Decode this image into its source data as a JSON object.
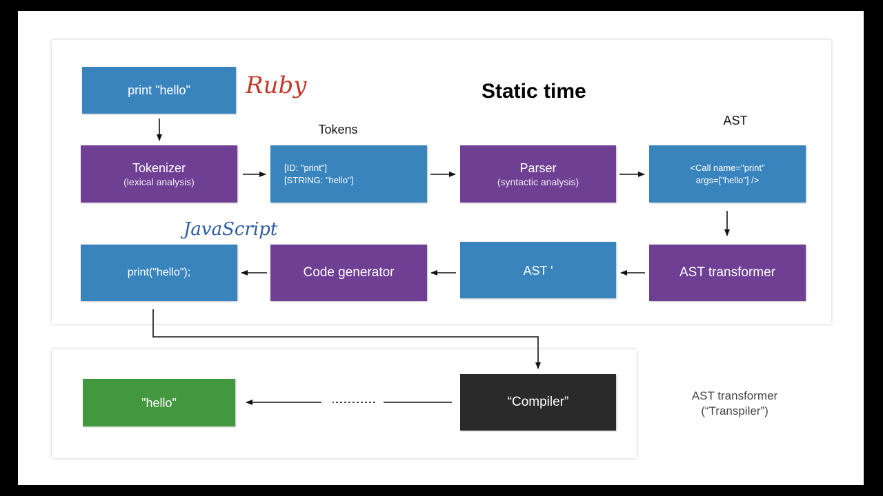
{
  "title": "Static time",
  "annotations": {
    "ruby": "Ruby",
    "javascript": "JavaScript"
  },
  "labels": {
    "tokens": "Tokens",
    "ast": "AST"
  },
  "boxes": {
    "source": "print \"hello\"",
    "tokenizer_title": "Tokenizer",
    "tokenizer_sub": "(lexical analysis)",
    "tokens_line1": "[ID: \"print\"]",
    "tokens_line2": "[STRING: \"hello\"]",
    "parser_title": "Parser",
    "parser_sub": "(syntactic analysis)",
    "ast_line1": "<Call name=\"print\"",
    "ast_line2": "args=[\"hello\"] />",
    "output": "print(\"hello\");",
    "code_generator": "Code generator",
    "ast_prime": "AST '",
    "ast_transformer": "AST transformer",
    "result": "\"hello\"",
    "compiler": "“Compiler”"
  },
  "side_note": {
    "line1": "AST transformer",
    "line2": "(“Transpiler”)"
  },
  "colors": {
    "blue": "#3a84be",
    "purple": "#6f3f93",
    "green": "#43983f",
    "dark": "#2a2a2a",
    "ruby_ink": "#c0392b",
    "js_ink": "#2c5aa0"
  }
}
